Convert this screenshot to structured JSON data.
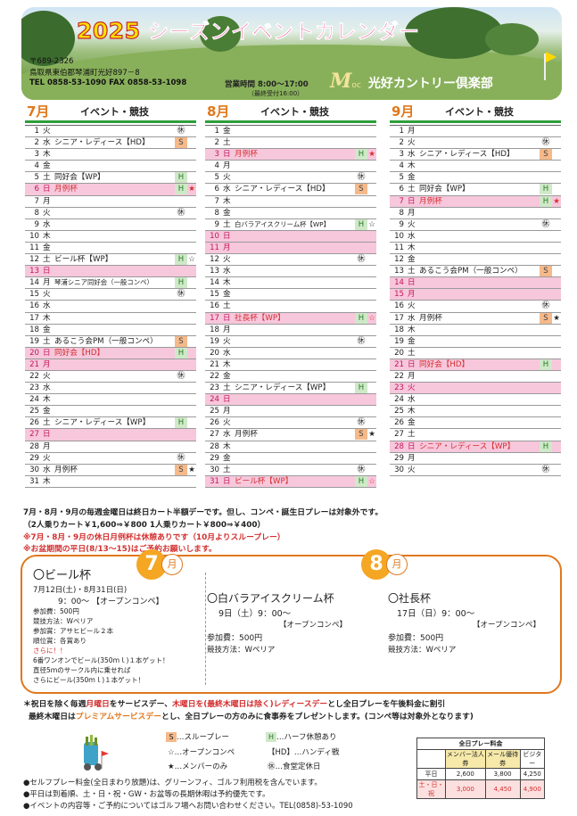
{
  "header": {
    "year": "2025",
    "title": "シーズンイベントカレンダー",
    "postal": "〒689-2326",
    "address": "鳥取県東伯郡琴浦町光好897－8",
    "phone": "TEL 0858-53-1090  FAX 0858-53-1098",
    "hours": "営業時間  8:00～17:00",
    "last_reception": "（最終受付16:00）",
    "logo_letter": "M",
    "logo_sub": "oc",
    "club_name": "光好カントリー倶楽部"
  },
  "calendar_header": {
    "event_label": "イベント・競技"
  },
  "months": [
    {
      "label": "7月",
      "days": [
        {
          "d": "1",
          "w": "火",
          "e": "",
          "c1": "㊡",
          "c2": ""
        },
        {
          "d": "2",
          "w": "水",
          "e": "シニア・レディース【HD】",
          "c1": "S",
          "c2": ""
        },
        {
          "d": "3",
          "w": "木",
          "e": "",
          "c1": "",
          "c2": ""
        },
        {
          "d": "4",
          "w": "金",
          "e": "",
          "c1": "",
          "c2": ""
        },
        {
          "d": "5",
          "w": "土",
          "e": "同好会【WP】",
          "c1": "H",
          "c2": ""
        },
        {
          "d": "6",
          "w": "日",
          "e": "月例杯",
          "c1": "H",
          "c2": "★",
          "red": true
        },
        {
          "d": "7",
          "w": "月",
          "e": "",
          "c1": "",
          "c2": ""
        },
        {
          "d": "8",
          "w": "火",
          "e": "",
          "c1": "㊡",
          "c2": ""
        },
        {
          "d": "9",
          "w": "水",
          "e": "",
          "c1": "",
          "c2": ""
        },
        {
          "d": "10",
          "w": "木",
          "e": "",
          "c1": "",
          "c2": ""
        },
        {
          "d": "11",
          "w": "金",
          "e": "",
          "c1": "",
          "c2": ""
        },
        {
          "d": "12",
          "w": "土",
          "e": "ビール杯【WP】",
          "c1": "H",
          "c2": "☆"
        },
        {
          "d": "13",
          "w": "日",
          "e": "",
          "c1": "",
          "c2": "",
          "red": true
        },
        {
          "d": "14",
          "w": "月",
          "e": "琴浦シニア同好会（一般コンペ）",
          "c1": "H",
          "c2": "",
          "sm": true
        },
        {
          "d": "15",
          "w": "火",
          "e": "",
          "c1": "㊡",
          "c2": ""
        },
        {
          "d": "16",
          "w": "水",
          "e": "",
          "c1": "",
          "c2": ""
        },
        {
          "d": "17",
          "w": "木",
          "e": "",
          "c1": "",
          "c2": ""
        },
        {
          "d": "18",
          "w": "金",
          "e": "",
          "c1": "",
          "c2": ""
        },
        {
          "d": "19",
          "w": "土",
          "e": "あるこう会PM（一般コンペ）",
          "c1": "S",
          "c2": ""
        },
        {
          "d": "20",
          "w": "日",
          "e": "同好会【HD】",
          "c1": "H",
          "c2": "",
          "red": true
        },
        {
          "d": "21",
          "w": "月",
          "e": "",
          "c1": "",
          "c2": "",
          "red": true
        },
        {
          "d": "22",
          "w": "火",
          "e": "",
          "c1": "㊡",
          "c2": ""
        },
        {
          "d": "23",
          "w": "水",
          "e": "",
          "c1": "",
          "c2": ""
        },
        {
          "d": "24",
          "w": "木",
          "e": "",
          "c1": "",
          "c2": ""
        },
        {
          "d": "25",
          "w": "金",
          "e": "",
          "c1": "",
          "c2": ""
        },
        {
          "d": "26",
          "w": "土",
          "e": "シニア・レディース【WP】",
          "c1": "H",
          "c2": ""
        },
        {
          "d": "27",
          "w": "日",
          "e": "",
          "c1": "",
          "c2": "",
          "red": true
        },
        {
          "d": "28",
          "w": "月",
          "e": "",
          "c1": "",
          "c2": ""
        },
        {
          "d": "29",
          "w": "火",
          "e": "",
          "c1": "㊡",
          "c2": ""
        },
        {
          "d": "30",
          "w": "水",
          "e": "月例杯",
          "c1": "S",
          "c2": "★"
        },
        {
          "d": "31",
          "w": "木",
          "e": "",
          "c1": "",
          "c2": ""
        }
      ]
    },
    {
      "label": "8月",
      "days": [
        {
          "d": "1",
          "w": "金",
          "e": "",
          "c1": "",
          "c2": ""
        },
        {
          "d": "2",
          "w": "土",
          "e": "",
          "c1": "",
          "c2": ""
        },
        {
          "d": "3",
          "w": "日",
          "e": "月例杯",
          "c1": "H",
          "c2": "★",
          "red": true
        },
        {
          "d": "4",
          "w": "月",
          "e": "",
          "c1": "",
          "c2": ""
        },
        {
          "d": "5",
          "w": "火",
          "e": "",
          "c1": "㊡",
          "c2": ""
        },
        {
          "d": "6",
          "w": "水",
          "e": "シニア・レディース【HD】",
          "c1": "S",
          "c2": ""
        },
        {
          "d": "7",
          "w": "木",
          "e": "",
          "c1": "",
          "c2": ""
        },
        {
          "d": "8",
          "w": "金",
          "e": "",
          "c1": "",
          "c2": ""
        },
        {
          "d": "9",
          "w": "土",
          "e": "白バラアイスクリーム杯【WP】",
          "c1": "H",
          "c2": "☆",
          "sm": true
        },
        {
          "d": "10",
          "w": "日",
          "e": "",
          "c1": "",
          "c2": "",
          "red": true
        },
        {
          "d": "11",
          "w": "月",
          "e": "",
          "c1": "",
          "c2": "",
          "red": true
        },
        {
          "d": "12",
          "w": "火",
          "e": "",
          "c1": "㊡",
          "c2": ""
        },
        {
          "d": "13",
          "w": "水",
          "e": "",
          "c1": "",
          "c2": ""
        },
        {
          "d": "14",
          "w": "木",
          "e": "",
          "c1": "",
          "c2": ""
        },
        {
          "d": "15",
          "w": "金",
          "e": "",
          "c1": "",
          "c2": ""
        },
        {
          "d": "16",
          "w": "土",
          "e": "",
          "c1": "",
          "c2": ""
        },
        {
          "d": "17",
          "w": "日",
          "e": "社長杯【WP】",
          "c1": "H",
          "c2": "☆",
          "red": true
        },
        {
          "d": "18",
          "w": "月",
          "e": "",
          "c1": "",
          "c2": ""
        },
        {
          "d": "19",
          "w": "火",
          "e": "",
          "c1": "㊡",
          "c2": ""
        },
        {
          "d": "20",
          "w": "水",
          "e": "",
          "c1": "",
          "c2": ""
        },
        {
          "d": "21",
          "w": "木",
          "e": "",
          "c1": "",
          "c2": ""
        },
        {
          "d": "22",
          "w": "金",
          "e": "",
          "c1": "",
          "c2": ""
        },
        {
          "d": "23",
          "w": "土",
          "e": "シニア・レディース【WP】",
          "c1": "H",
          "c2": ""
        },
        {
          "d": "24",
          "w": "日",
          "e": "",
          "c1": "",
          "c2": "",
          "red": true
        },
        {
          "d": "25",
          "w": "月",
          "e": "",
          "c1": "",
          "c2": ""
        },
        {
          "d": "26",
          "w": "火",
          "e": "",
          "c1": "㊡",
          "c2": ""
        },
        {
          "d": "27",
          "w": "水",
          "e": "月例杯",
          "c1": "S",
          "c2": "★"
        },
        {
          "d": "28",
          "w": "木",
          "e": "",
          "c1": "",
          "c2": ""
        },
        {
          "d": "29",
          "w": "金",
          "e": "",
          "c1": "",
          "c2": ""
        },
        {
          "d": "30",
          "w": "土",
          "e": "",
          "c1": "㊡",
          "c2": ""
        },
        {
          "d": "31",
          "w": "日",
          "e": "ビール杯【WP】",
          "c1": "H",
          "c2": "☆",
          "red": true
        }
      ]
    },
    {
      "label": "9月",
      "days": [
        {
          "d": "1",
          "w": "月",
          "e": "",
          "c1": "",
          "c2": ""
        },
        {
          "d": "2",
          "w": "火",
          "e": "",
          "c1": "㊡",
          "c2": ""
        },
        {
          "d": "3",
          "w": "水",
          "e": "シニア・レディース【HD】",
          "c1": "S",
          "c2": ""
        },
        {
          "d": "4",
          "w": "木",
          "e": "",
          "c1": "",
          "c2": ""
        },
        {
          "d": "5",
          "w": "金",
          "e": "",
          "c1": "",
          "c2": ""
        },
        {
          "d": "6",
          "w": "土",
          "e": "同好会【WP】",
          "c1": "H",
          "c2": ""
        },
        {
          "d": "7",
          "w": "日",
          "e": "月例杯",
          "c1": "H",
          "c2": "★",
          "red": true
        },
        {
          "d": "8",
          "w": "月",
          "e": "",
          "c1": "",
          "c2": ""
        },
        {
          "d": "9",
          "w": "火",
          "e": "",
          "c1": "㊡",
          "c2": ""
        },
        {
          "d": "10",
          "w": "水",
          "e": "",
          "c1": "",
          "c2": ""
        },
        {
          "d": "11",
          "w": "木",
          "e": "",
          "c1": "",
          "c2": ""
        },
        {
          "d": "12",
          "w": "金",
          "e": "",
          "c1": "",
          "c2": ""
        },
        {
          "d": "13",
          "w": "土",
          "e": "あるこう会PM（一般コンペ）",
          "c1": "S",
          "c2": ""
        },
        {
          "d": "14",
          "w": "日",
          "e": "",
          "c1": "",
          "c2": "",
          "red": true
        },
        {
          "d": "15",
          "w": "月",
          "e": "",
          "c1": "",
          "c2": "",
          "red": true
        },
        {
          "d": "16",
          "w": "火",
          "e": "",
          "c1": "㊡",
          "c2": ""
        },
        {
          "d": "17",
          "w": "水",
          "e": "月例杯",
          "c1": "S",
          "c2": "★"
        },
        {
          "d": "18",
          "w": "木",
          "e": "",
          "c1": "",
          "c2": ""
        },
        {
          "d": "19",
          "w": "金",
          "e": "",
          "c1": "",
          "c2": ""
        },
        {
          "d": "20",
          "w": "土",
          "e": "",
          "c1": "",
          "c2": ""
        },
        {
          "d": "21",
          "w": "日",
          "e": "同好会【HD】",
          "c1": "H",
          "c2": "",
          "red": true
        },
        {
          "d": "22",
          "w": "月",
          "e": "",
          "c1": "",
          "c2": ""
        },
        {
          "d": "23",
          "w": "火",
          "e": "",
          "c1": "",
          "c2": "",
          "red": true
        },
        {
          "d": "24",
          "w": "水",
          "e": "",
          "c1": "",
          "c2": ""
        },
        {
          "d": "25",
          "w": "木",
          "e": "",
          "c1": "",
          "c2": ""
        },
        {
          "d": "26",
          "w": "金",
          "e": "",
          "c1": "",
          "c2": ""
        },
        {
          "d": "27",
          "w": "土",
          "e": "",
          "c1": "",
          "c2": ""
        },
        {
          "d": "28",
          "w": "日",
          "e": "シニア・レディース【WP】",
          "c1": "H",
          "c2": "",
          "red": true
        },
        {
          "d": "29",
          "w": "月",
          "e": "",
          "c1": "",
          "c2": ""
        },
        {
          "d": "30",
          "w": "火",
          "e": "",
          "c1": "㊡",
          "c2": ""
        }
      ]
    }
  ],
  "notes": {
    "line1": "7月・8月・9月の毎週金曜日は終日カート半額デーです。但し、コンペ・誕生日プレーは対象外です。",
    "line2": "（2人乗りカート￥1,600⇒￥800  1人乗りカート￥800⇒￥400）",
    "line3": "※7月・8月・9月の休日月例杯は休憩ありです（10月よりスループレー）",
    "line4": "※お盆期間の平日(8/13～15)はご予約お願いします。"
  },
  "feature": {
    "july_badge": "7",
    "august_badge": "8",
    "gatsu": "月",
    "beer": {
      "title": "〇ビール杯",
      "dates": "7月12日(土)・8月31日(日)",
      "time": "9：00～  【オープンコンペ】",
      "fee": "参加費：500円",
      "method": "競技方法：Wペリア",
      "prize": "参加賞：アサヒビール２本",
      "rank": "順位賞：各賞あり",
      "more": "さらに！！",
      "bonus1": "6番ワンオンでビール(350ｍｌ)１本ゲット！",
      "bonus2": "直径5ｍのサークル内に乗せれば",
      "bonus3": "さらにビール(350ｍｌ)１本ゲット！"
    },
    "icecream": {
      "title": "〇白バラアイスクリーム杯",
      "date": "9日（土）9：00～",
      "type": "【オープンコンペ】",
      "fee": "参加費：500円",
      "method": "競技方法：Wペリア"
    },
    "president": {
      "title": "〇社長杯",
      "date": "17日（日）9：00～",
      "type": "【オープンコンペ】",
      "fee": "参加費：500円",
      "method": "競技方法：Wペリア"
    }
  },
  "promo": {
    "l1a": "＊祝日を除く毎週",
    "l1b": "月曜日",
    "l1c": "をサービスデー、",
    "l1d": "木曜日を(最終木曜日は除く)レディースデー",
    "l1e": "とし全日プレーを午後料金に割引",
    "l2a": "最終木曜日は",
    "l2b": "プレミアムサービスデー",
    "l2c": "とし、全日プレーの方のみに食事券をプレゼントします。(コンペ等は対象外となります)"
  },
  "legend": {
    "s_mark": "S",
    "s_text": "…スループレー",
    "h_mark": "H",
    "h_text": "…ハーフ休憩あり",
    "star_open": "☆",
    "open_text": "…オープンコンペ",
    "hd_text": "【HD】…ハンディ戦",
    "star_member": "★",
    "member_text": "…メンバーのみ",
    "closed_mark": "㊡",
    "closed_text": "…食堂定休日"
  },
  "fee_table": {
    "title": "全日プレー料金",
    "headers": [
      "メンバー法人券",
      "メール優待券",
      "ビジター"
    ],
    "rows": [
      {
        "label": "平日",
        "values": [
          "2,600",
          "3,800",
          "4,250"
        ]
      },
      {
        "label": "土・日・祝",
        "values": [
          "3,000",
          "4,450",
          "4,900"
        ]
      }
    ]
  },
  "bottom_notes": [
    "●セルフプレー料金(全日まわり放題)は、グリーンフィ、ゴルフ利用税を含んでいます。",
    "●平日は到着順、土・日・祝・GW・お盆等の長期休暇は予約優先です。",
    "●イベントの内容等・ご予約についてはゴルフ場へお問い合わせください。TEL(0858)-53-1090"
  ]
}
